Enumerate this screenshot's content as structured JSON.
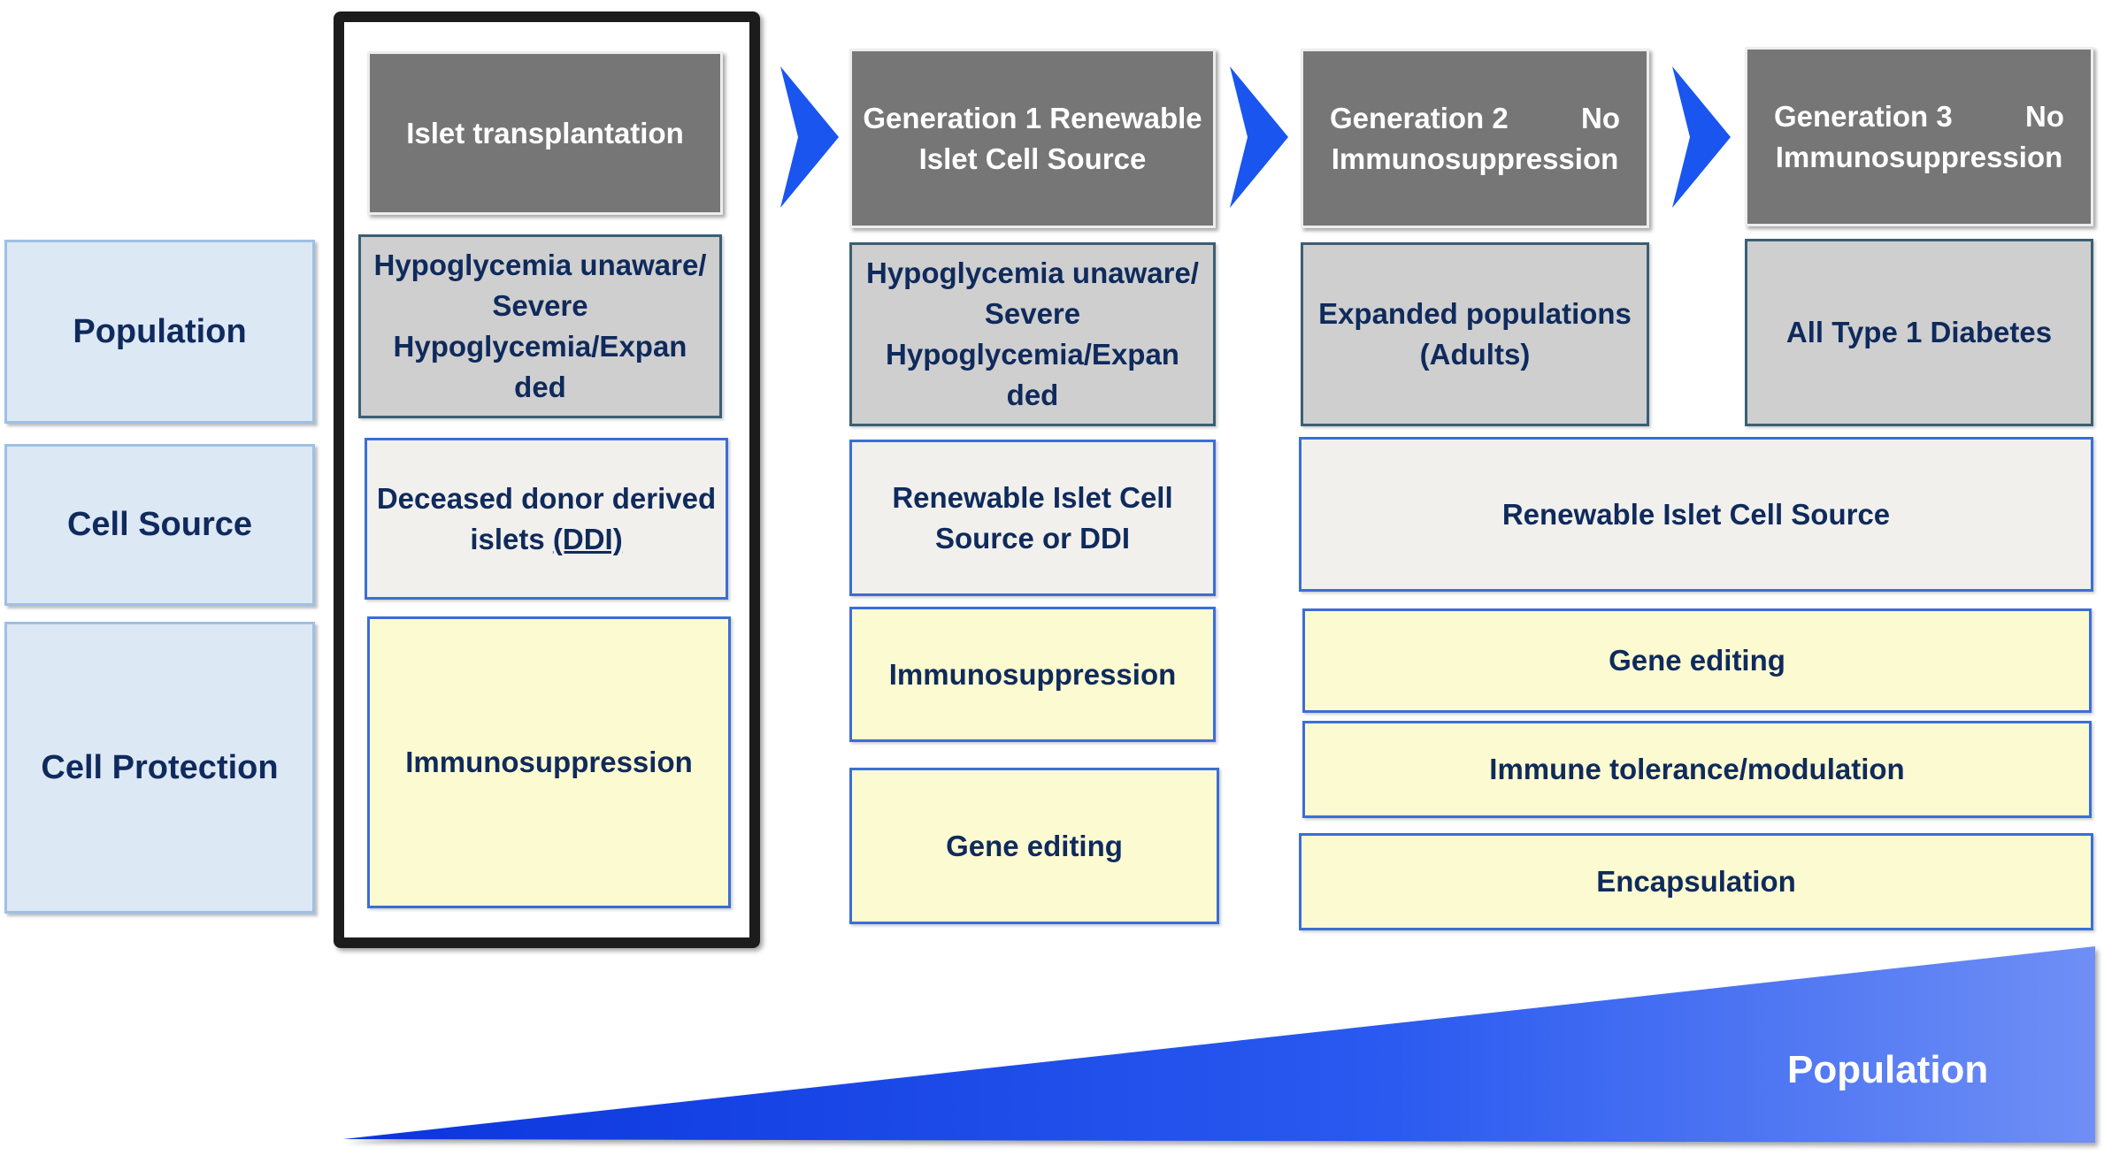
{
  "rows": {
    "population": "Population",
    "cell_source": "Cell Source",
    "cell_protection": "Cell Protection"
  },
  "stages": {
    "islet": {
      "header": "Islet transplantation",
      "population": "Hypoglycemia unaware/ Severe Hypoglycemia/Expan ded",
      "source_prefix": "Deceased donor derived islets ",
      "source_underlined": "(DDI)",
      "protection": "Immunosuppression"
    },
    "gen1": {
      "header": "Generation 1 Renewable Islet Cell Source",
      "population": "Hypoglycemia unaware/ Severe Hypoglycemia/Expan ded",
      "source": "Renewable Islet Cell Source or DDI",
      "protection": [
        "Immunosuppression",
        "Gene editing"
      ]
    },
    "gen2": {
      "header_left": "Generation 2",
      "header_right": "No",
      "header_line2": "Immunosuppression",
      "population": "Expanded populations (Adults)"
    },
    "gen3": {
      "header_left": "Generation 3",
      "header_right": "No",
      "header_line2": "Immunosuppression",
      "population": "All Type 1 Diabetes"
    },
    "gen2_3_shared": {
      "source": "Renewable Islet Cell Source",
      "protection": [
        "Gene editing",
        "Immune tolerance/modulation",
        "Encapsulation"
      ]
    }
  },
  "wedge_label": "Population",
  "colors": {
    "arrow": "#1a55f0",
    "wedge_light": "#6f8ff5",
    "wedge_dark": "#0a35dd",
    "header_bg": "#767676",
    "text_navy": "#0f2a5c"
  }
}
